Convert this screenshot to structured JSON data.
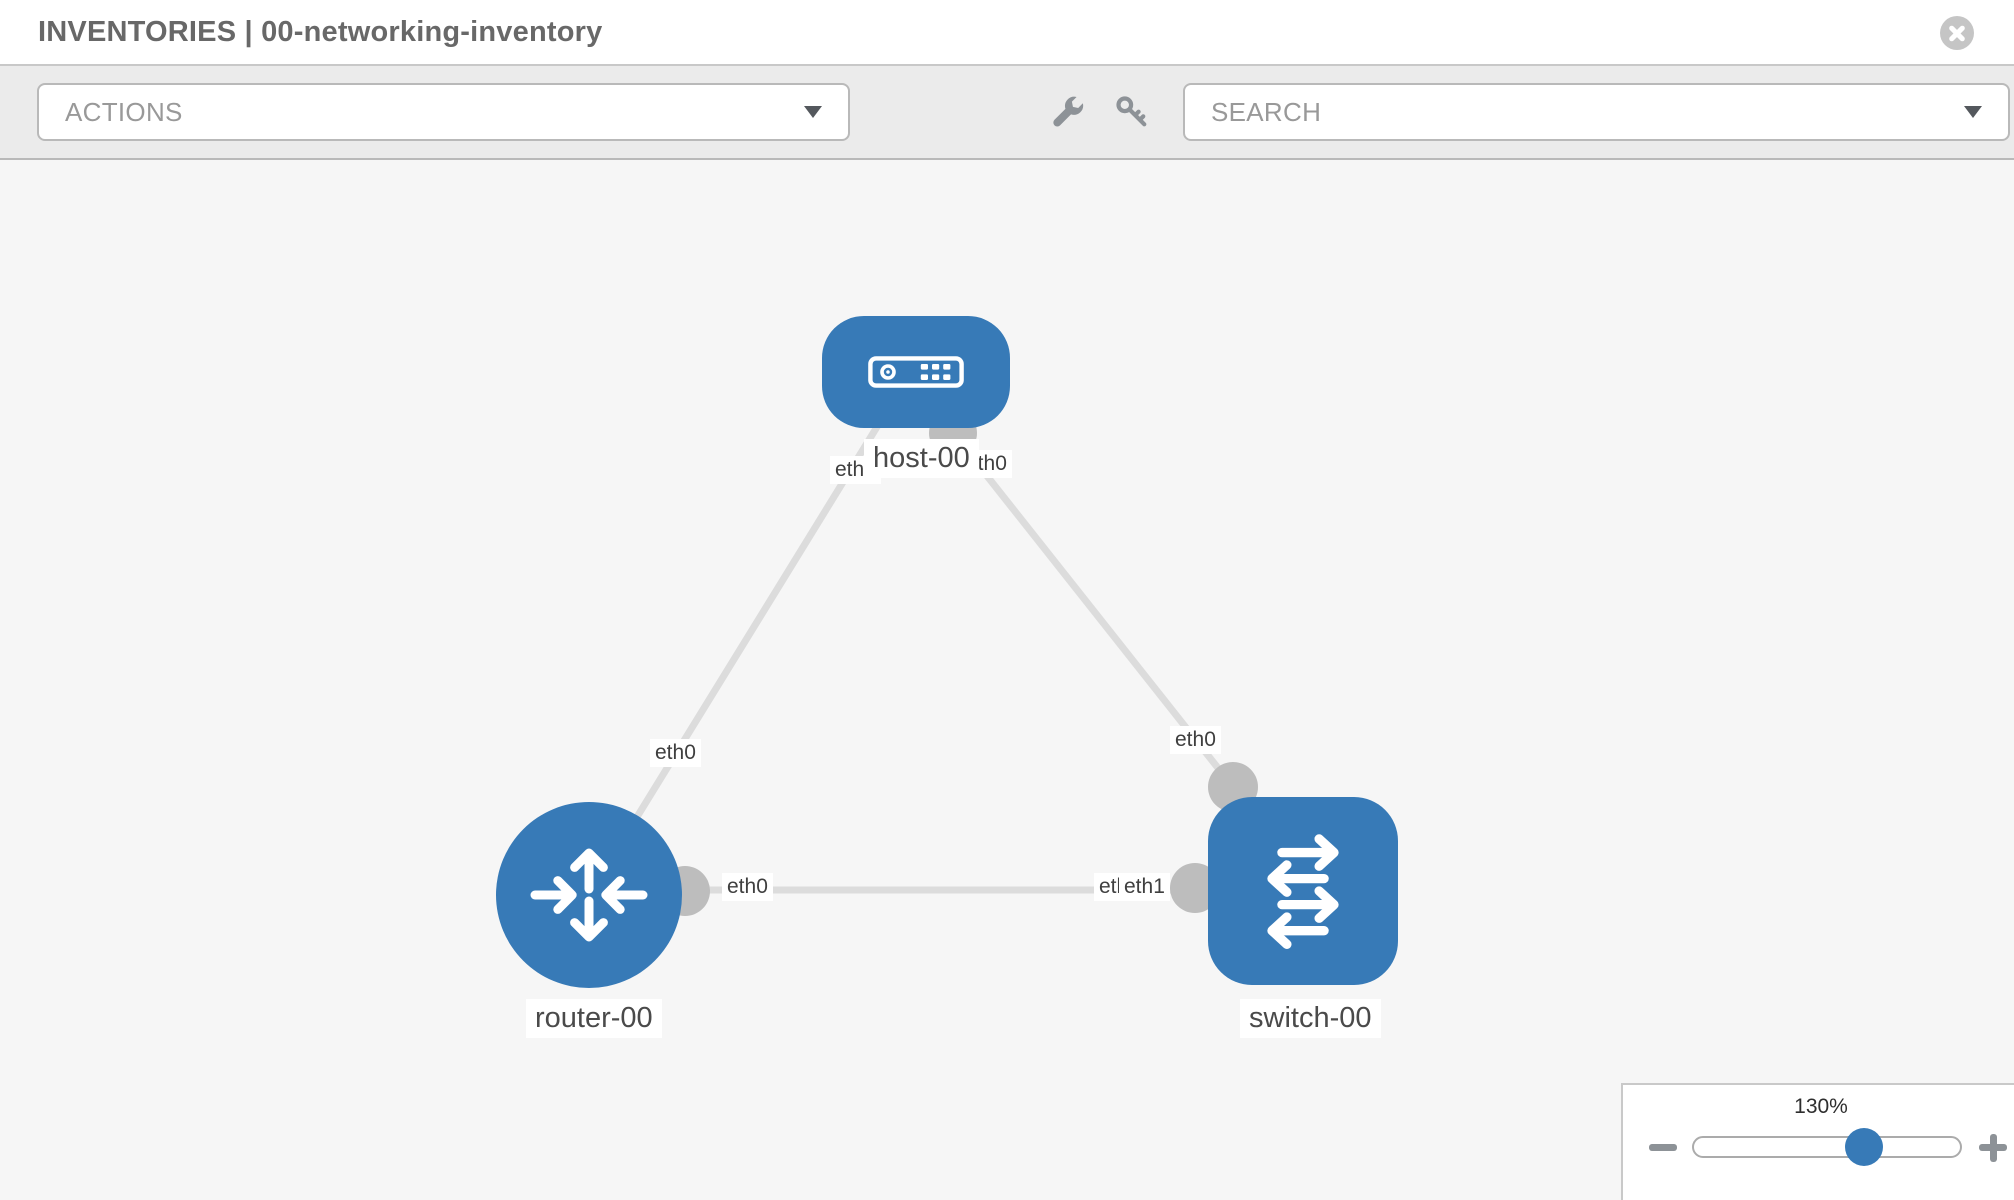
{
  "header": {
    "title": "INVENTORIES | 00-networking-inventory",
    "close_icon": "circle-x"
  },
  "toolbar": {
    "actions_label": "ACTIONS",
    "search_label": "SEARCH",
    "wrench_icon": "wrench",
    "key_icon": "key",
    "dropdown_icon": "chevron-down"
  },
  "colors": {
    "node_fill": "#377ab7",
    "link_gray": "#dcdcdc",
    "interface_dot_gray": "#bdbdbd",
    "canvas_bg": "#f6f6f6",
    "toolbar_bg": "#ebebeb"
  },
  "topology": {
    "nodes": [
      {
        "id": "host-00",
        "type": "host",
        "label": "host-00"
      },
      {
        "id": "router-00",
        "type": "router",
        "label": "router-00"
      },
      {
        "id": "switch-00",
        "type": "switch",
        "label": "switch-00"
      }
    ],
    "links": [
      {
        "from": "host-00",
        "to": "router-00"
      },
      {
        "from": "host-00",
        "to": "switch-00"
      },
      {
        "from": "router-00",
        "to": "switch-00"
      }
    ],
    "interface_labels": [
      {
        "text": "eth0",
        "location": "host-00 bottom-left"
      },
      {
        "text": "eth0",
        "location": "host-00 bottom-right"
      },
      {
        "text": "eth0",
        "location": "link host-00 / router-00"
      },
      {
        "text": "eth0",
        "location": "router-00 right"
      },
      {
        "text": "eth0",
        "location": "switch-00 left (partially covered)"
      },
      {
        "text": "eth1",
        "location": "switch-00 left (on top)"
      },
      {
        "text": "eth0",
        "location": "link host-00 / switch-00"
      }
    ]
  },
  "zoom_control": {
    "level": "130%",
    "zoom_out_icon": "minus",
    "zoom_in_icon": "plus"
  }
}
